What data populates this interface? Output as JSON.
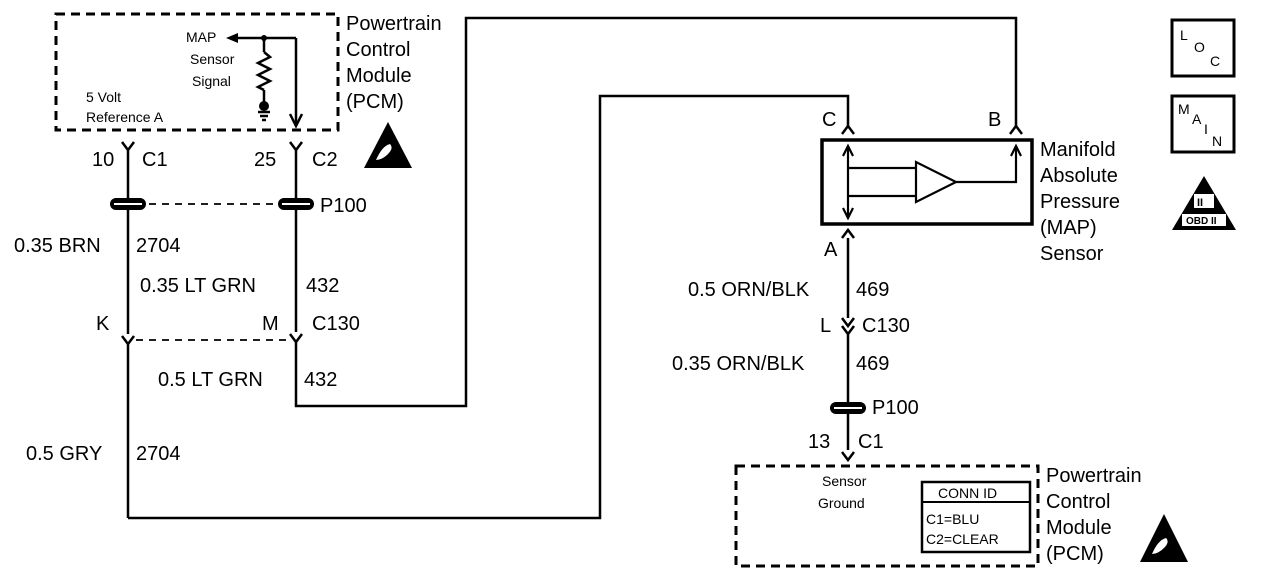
{
  "pcm_top": {
    "title_lines": [
      "Powertrain",
      "Control",
      "Module",
      "(PCM)"
    ],
    "map_signal_lines": [
      "MAP",
      "Sensor",
      "Signal"
    ],
    "ref_lines": [
      "5 Volt",
      "Reference A"
    ]
  },
  "connectors": {
    "pin10": "10",
    "c1": "C1",
    "pin25": "25",
    "c2": "C2",
    "p100_top": "P100",
    "k": "K",
    "m": "M",
    "c130_left": "C130",
    "pin_c": "C",
    "pin_b": "B",
    "pin_a": "A",
    "l": "L",
    "c130_right": "C130",
    "p100_bottom": "P100",
    "pin13": "13",
    "c1_bottom": "C1"
  },
  "wires": {
    "brn_size_color": "0.35 BRN",
    "brn_circuit": "2704",
    "ltgrn1_size_color": "0.35 LT GRN",
    "ltgrn1_circuit": "432",
    "ltgrn2_size_color": "0.5 LT GRN",
    "ltgrn2_circuit": "432",
    "gry_size_color": "0.5 GRY",
    "gry_circuit": "2704",
    "ornblk1_size_color": "0.5 ORN/BLK",
    "ornblk1_circuit": "469",
    "ornblk2_size_color": "0.35 ORN/BLK",
    "ornblk2_circuit": "469"
  },
  "map_sensor": {
    "title_lines": [
      "Manifold",
      "Absolute",
      "Pressure",
      "(MAP)",
      "Sensor"
    ]
  },
  "pcm_bottom": {
    "title_lines": [
      "Powertrain",
      "Control",
      "Module",
      "(PCM)"
    ],
    "sensor_ground_lines": [
      "Sensor",
      "Ground"
    ],
    "conn_id": {
      "header": "CONN ID",
      "rows": [
        "C1=BLU",
        "C2=CLEAR"
      ]
    }
  },
  "icons": {
    "loc": [
      "L",
      "O",
      "C"
    ],
    "main": [
      "M",
      "A",
      "I",
      "N"
    ],
    "obd": {
      "numeral": "II",
      "label": "OBD II"
    }
  }
}
